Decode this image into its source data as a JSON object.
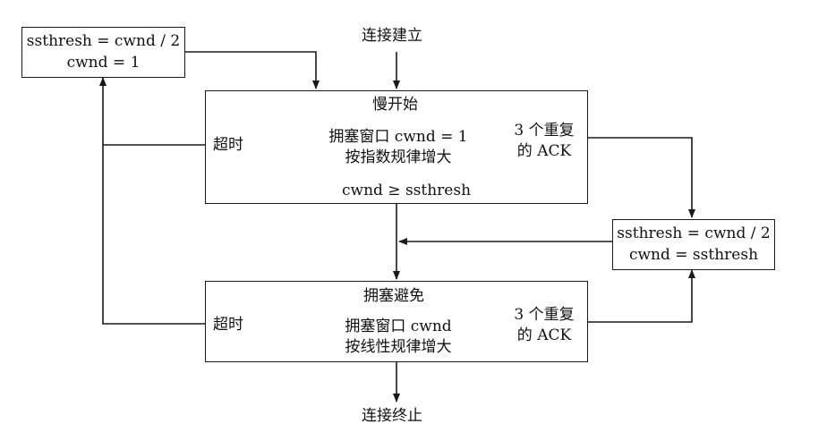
{
  "nodes": {
    "connection_established": "连接建立",
    "connection_terminated": "连接终止",
    "timeout_reset": {
      "line1": "ssthresh = cwnd / 2",
      "line2": "cwnd = 1"
    },
    "fast_recovery_reset": {
      "line1": "ssthresh = cwnd / 2",
      "line2": "cwnd = ssthresh"
    },
    "slow_start": {
      "title": "慢开始",
      "desc_line1": "拥塞窗口 cwnd = 1",
      "desc_line2": "按指数规律增大",
      "timeout_label": "超时",
      "dup_ack_line1": "3 个重复",
      "dup_ack_line2": "的 ACK",
      "exit_condition": "cwnd ≥ ssthresh"
    },
    "congestion_avoidance": {
      "title": "拥塞避免",
      "desc_line1": "拥塞窗口 cwnd",
      "desc_line2": "按线性规律增大",
      "timeout_label": "超时",
      "dup_ack_line1": "3 个重复",
      "dup_ack_line2": "的 ACK"
    }
  }
}
